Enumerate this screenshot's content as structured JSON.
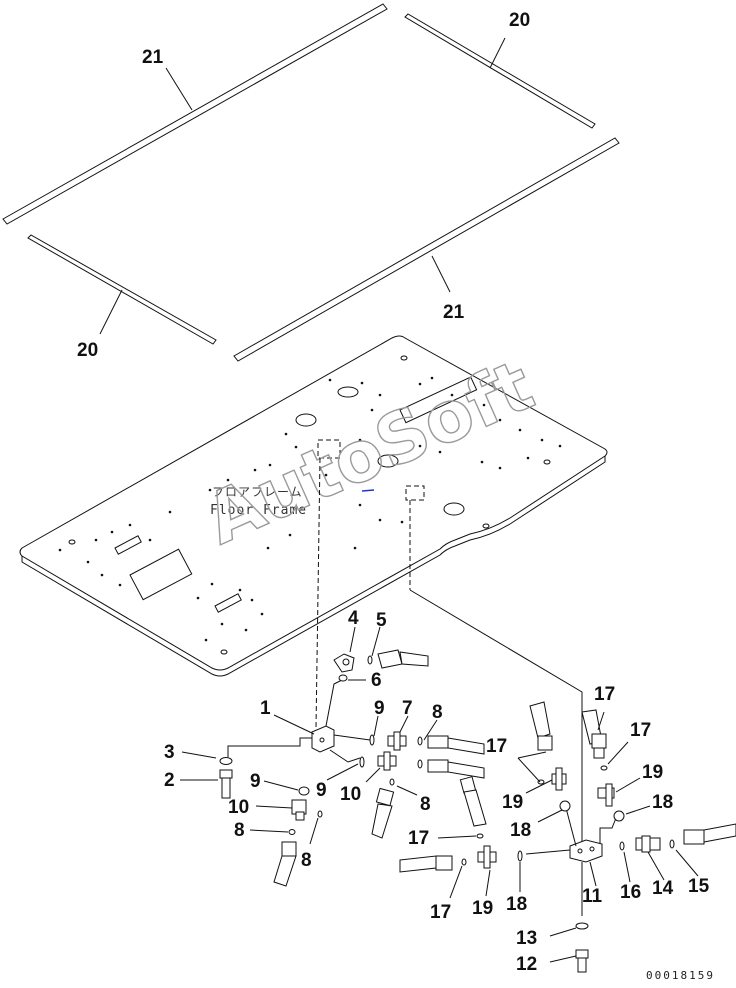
{
  "diagram": {
    "callouts": {
      "c21a": "21",
      "c20a": "20",
      "c20b": "20",
      "c21b": "21",
      "c4": "4",
      "c5": "5",
      "c6": "6",
      "c1": "1",
      "c9a": "9",
      "c7": "7",
      "c8a": "8",
      "c3": "3",
      "c2": "2",
      "c9b": "9",
      "c9c": "9",
      "c10a": "10",
      "c10b": "10",
      "c8b": "8",
      "c8c": "8",
      "c8d": "8",
      "c17a": "17",
      "c17b": "17",
      "c17c": "17",
      "c17d": "17",
      "c17e": "17",
      "c19a": "19",
      "c19b": "19",
      "c19c": "19",
      "c18a": "18",
      "c18b": "18",
      "c18c": "18",
      "c11": "11",
      "c16": "16",
      "c14": "14",
      "c15": "15",
      "c13": "13",
      "c12": "12"
    },
    "floor_frame_label_jp": "フロアフレーム",
    "floor_frame_label_en": "Floor Frame",
    "watermark": "AutoSoft",
    "drawing_code": "00018159"
  }
}
